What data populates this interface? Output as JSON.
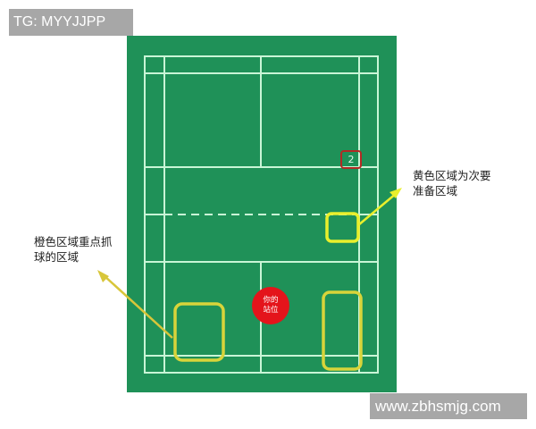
{
  "watermarks": {
    "top_left": "TG: MYYJJPP",
    "bottom_right": "www.zbhsmjg.com"
  },
  "diagram": {
    "type": "badminton-court-positioning",
    "colors": {
      "court": "#1f9158",
      "lines": "#c9f5d6",
      "highlight_yellow": "#d8d43a",
      "player_red": "#e4141b",
      "badge_border": "#b32a24"
    },
    "player_marker": {
      "line1": "你的",
      "line2": "站位"
    },
    "opponent_badge": "2",
    "annotations": {
      "left": {
        "line1": "橙色区域重点抓",
        "line2": "球的区域"
      },
      "right": {
        "line1": "黄色区域为次要",
        "line2": "准备区域"
      }
    }
  }
}
